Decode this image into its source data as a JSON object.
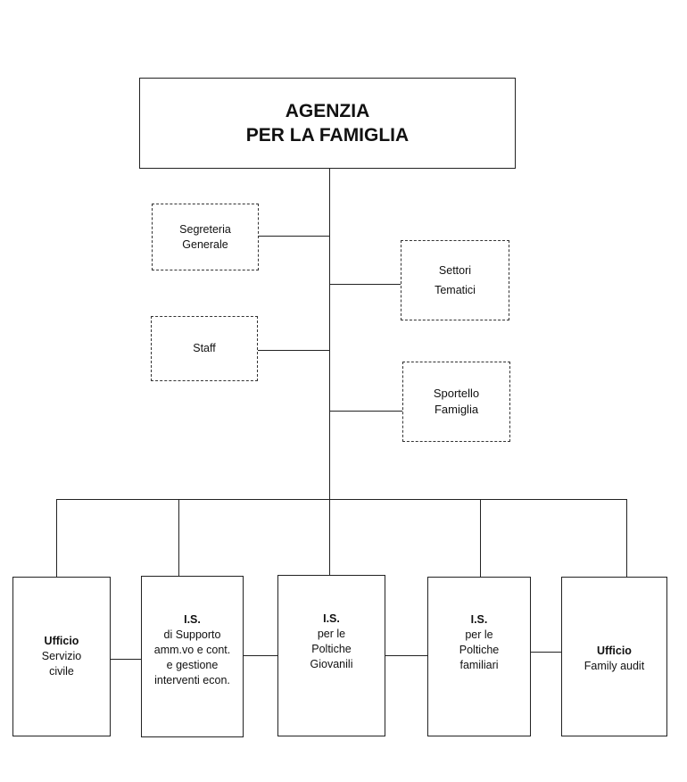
{
  "root": {
    "line1": "AGENZIA",
    "line2": "PER LA FAMIGLIA"
  },
  "side_units": {
    "segreteria": {
      "line1": "Segreteria",
      "line2": "Generale"
    },
    "staff": {
      "line1": "Staff"
    },
    "settori": {
      "line1": "Settori",
      "line2": "Tematici"
    },
    "sportello": {
      "line1": "Sportello",
      "line2": "Famiglia"
    }
  },
  "bottom_units": [
    {
      "title": "Ufficio",
      "lines": [
        "Servizio",
        "civile"
      ]
    },
    {
      "title": "I.S.",
      "lines": [
        "di Supporto",
        "amm.vo e cont.",
        "e gestione",
        "interventi econ."
      ]
    },
    {
      "title": "I.S.",
      "lines": [
        "per le",
        "Poltiche",
        "Giovanili"
      ]
    },
    {
      "title": "I.S.",
      "lines": [
        "per le",
        "Poltiche",
        "familiari"
      ]
    },
    {
      "title": "Ufficio",
      "lines": [
        "Family audit"
      ]
    }
  ]
}
